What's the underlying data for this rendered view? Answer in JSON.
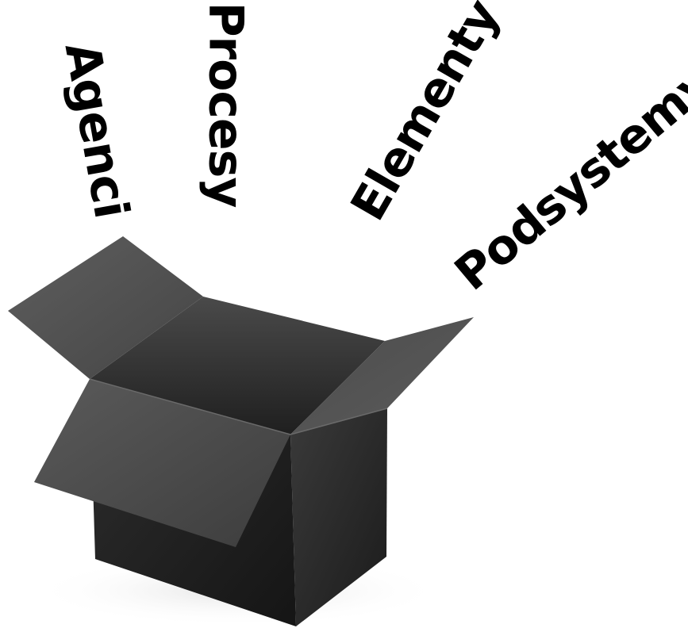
{
  "words": {
    "agenci": "Agenci",
    "procesy": "Procesy",
    "elementy": "Elementy",
    "podsystemy": "Podsystemy"
  },
  "colors": {
    "background": "#ffffff",
    "text": "#000000",
    "box_dark": "#2a2a2a",
    "box_mid": "#3c3c3c",
    "box_light": "#545454"
  },
  "illustration": "open-cardboard-box"
}
